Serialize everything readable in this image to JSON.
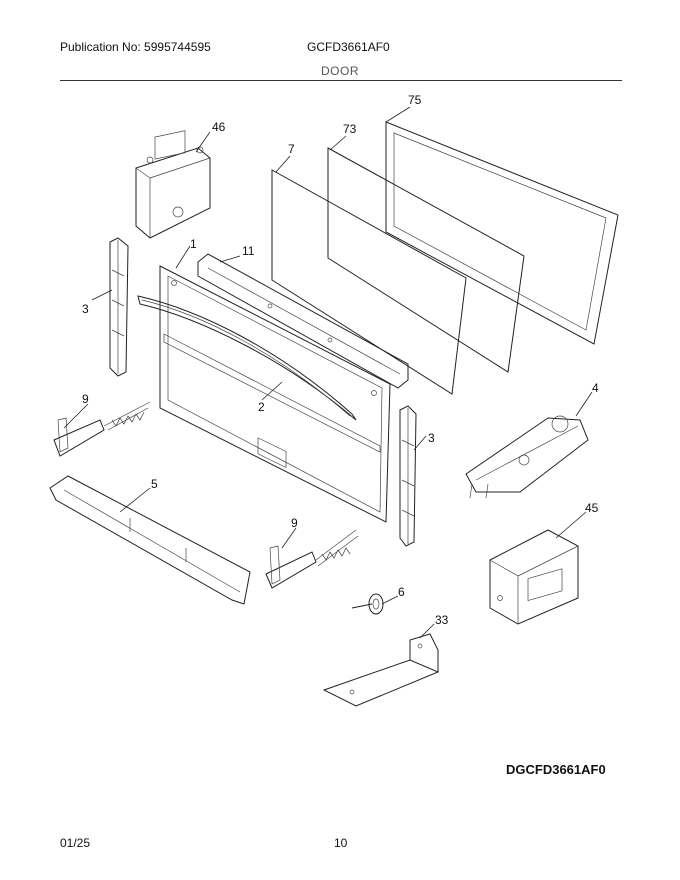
{
  "header": {
    "publication": "Publication No: 5995744595",
    "model": "GCFD3661AF0",
    "section": "DOOR"
  },
  "diagram": {
    "callouts": {
      "c75": "75",
      "c73": "73",
      "c7": "7",
      "c46": "46",
      "c1": "1",
      "c11": "11",
      "c3a": "3",
      "c2": "2",
      "c9a": "9",
      "c3b": "3",
      "c4": "4",
      "c5": "5",
      "c9b": "9",
      "c45": "45",
      "c6": "6",
      "c33": "33"
    },
    "diagram_code": "DGCFD3661AF0"
  },
  "footer": {
    "date": "01/25",
    "page": "10"
  }
}
